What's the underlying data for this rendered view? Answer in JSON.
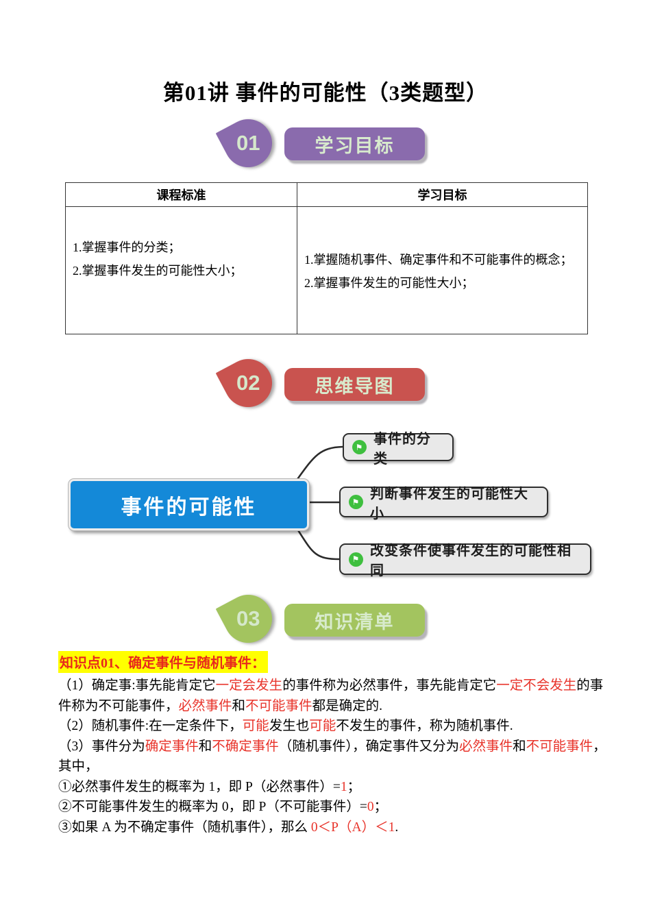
{
  "page": {
    "title": "第01讲 事件的可能性（3类题型）"
  },
  "colors": {
    "purple_badge": "#8a6bad",
    "red_badge": "#c9534f",
    "green_badge": "#a3c45f",
    "badge_text": "#d8ebcd",
    "root_blue": "#1489d8",
    "branch_bg": "#e9e9e9",
    "flag_green": "#3fbf3f",
    "highlight_yellow": "#ffff00",
    "accent_red": "#e8332a"
  },
  "sections": [
    {
      "number": "01",
      "label": "学习目标"
    },
    {
      "number": "02",
      "label": "思维导图"
    },
    {
      "number": "03",
      "label": "知识清单"
    }
  ],
  "table": {
    "headers": [
      "课程标准",
      "学习目标"
    ],
    "left_items": [
      "1.掌握事件的分类；",
      "2.掌握事件发生的可能性大小；"
    ],
    "right_items": [
      "1.掌握随机事件、确定事件和不可能事件的概念；",
      "2.掌握事件发生的可能性大小；"
    ]
  },
  "mindmap": {
    "root": "事件的可能性",
    "branches": [
      "事件的分类",
      "判断事件发生的可能性大小",
      "改变条件使事件发生的可能性相同"
    ],
    "flag_icon": "flag"
  },
  "knowledge": {
    "heading": "知识点01、确定事件与随机事件：",
    "p1": [
      {
        "t": "（1）确定事:事先能肯定它"
      },
      {
        "t": "一定会发生",
        "c": "red"
      },
      {
        "t": "的事件称为必然事件，事先能肯定它"
      },
      {
        "t": "一定不会发生",
        "c": "red"
      },
      {
        "t": "的事件称为不可能事件，"
      },
      {
        "t": "必然事件",
        "c": "red"
      },
      {
        "t": "和"
      },
      {
        "t": "不可能事件",
        "c": "red"
      },
      {
        "t": "都是确定的."
      }
    ],
    "p2": [
      {
        "t": "（2）随机事件:在一定条件下，"
      },
      {
        "t": "可能",
        "c": "red"
      },
      {
        "t": "发生也"
      },
      {
        "t": "可能",
        "c": "red"
      },
      {
        "t": "不发生的事件，称为随机事件."
      }
    ],
    "p3": [
      {
        "t": "（3）事件分为"
      },
      {
        "t": "确定事件",
        "c": "red"
      },
      {
        "t": "和"
      },
      {
        "t": "不确定事件",
        "c": "red"
      },
      {
        "t": "（随机事件），确定事件又分为"
      },
      {
        "t": "必然事件",
        "c": "red"
      },
      {
        "t": "和"
      },
      {
        "t": "不可能事件",
        "c": "red"
      },
      {
        "t": "，其中，"
      }
    ],
    "p4": [
      {
        "t": "①必然事件发生的概率为 1，即 P（必然事件）="
      },
      {
        "t": "1",
        "c": "red"
      },
      {
        "t": "；"
      }
    ],
    "p5": [
      {
        "t": "②不可能事件发生的概率为 0，即 P（不可能事件）="
      },
      {
        "t": "0",
        "c": "red"
      },
      {
        "t": "；"
      }
    ],
    "p6": [
      {
        "t": "③如果 A 为不确定事件（随机事件），那么 "
      },
      {
        "t": "0＜P（A）＜1",
        "c": "red"
      },
      {
        "t": "."
      }
    ]
  }
}
